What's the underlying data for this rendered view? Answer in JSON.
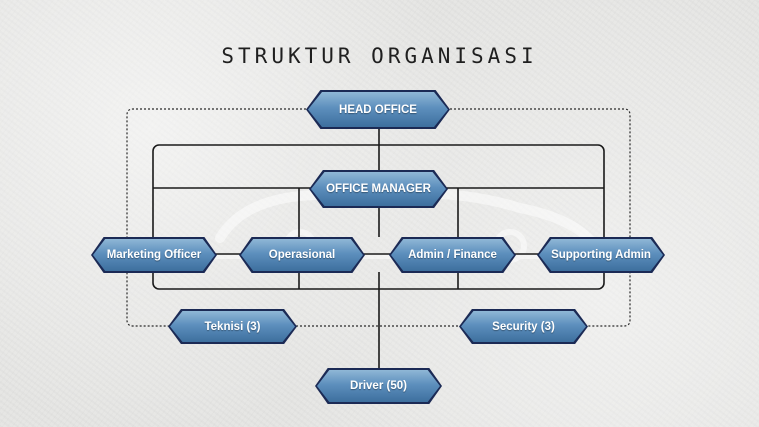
{
  "title": "STRUKTUR ORGANISASI",
  "colors": {
    "box_top": "#8fb7d6",
    "box_bottom": "#3d6f9e",
    "box_border": "#1b2a55",
    "line": "#1a1a1a"
  },
  "nodes": {
    "head_office": "HEAD OFFICE",
    "office_manager": "OFFICE MANAGER",
    "marketing_officer": "Marketing Officer",
    "operasional": "Operasional",
    "admin_finance": "Admin / Finance",
    "supporting_admin": "Supporting Admin",
    "teknisi": "Teknisi (3)",
    "security": "Security (3)",
    "driver": "Driver (50)"
  }
}
